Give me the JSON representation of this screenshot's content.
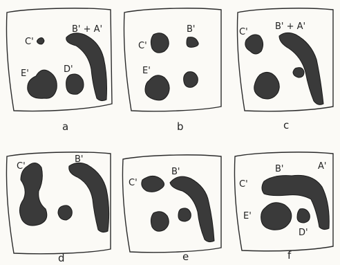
{
  "figure": {
    "panels": [
      {
        "letter": "a",
        "labels": [
          "C'",
          "B' + A'",
          "E'",
          "D'"
        ]
      },
      {
        "letter": "b",
        "labels": [
          "C'",
          "B'",
          "E'"
        ]
      },
      {
        "letter": "c",
        "labels": [
          "C'",
          "B' + A'"
        ]
      },
      {
        "letter": "d",
        "labels": [
          "C'",
          "B'"
        ]
      },
      {
        "letter": "e",
        "labels": [
          "C'",
          "B'"
        ]
      },
      {
        "letter": "f",
        "labels": [
          "B'",
          "A'",
          "C'",
          "E'",
          "D'"
        ]
      }
    ]
  }
}
